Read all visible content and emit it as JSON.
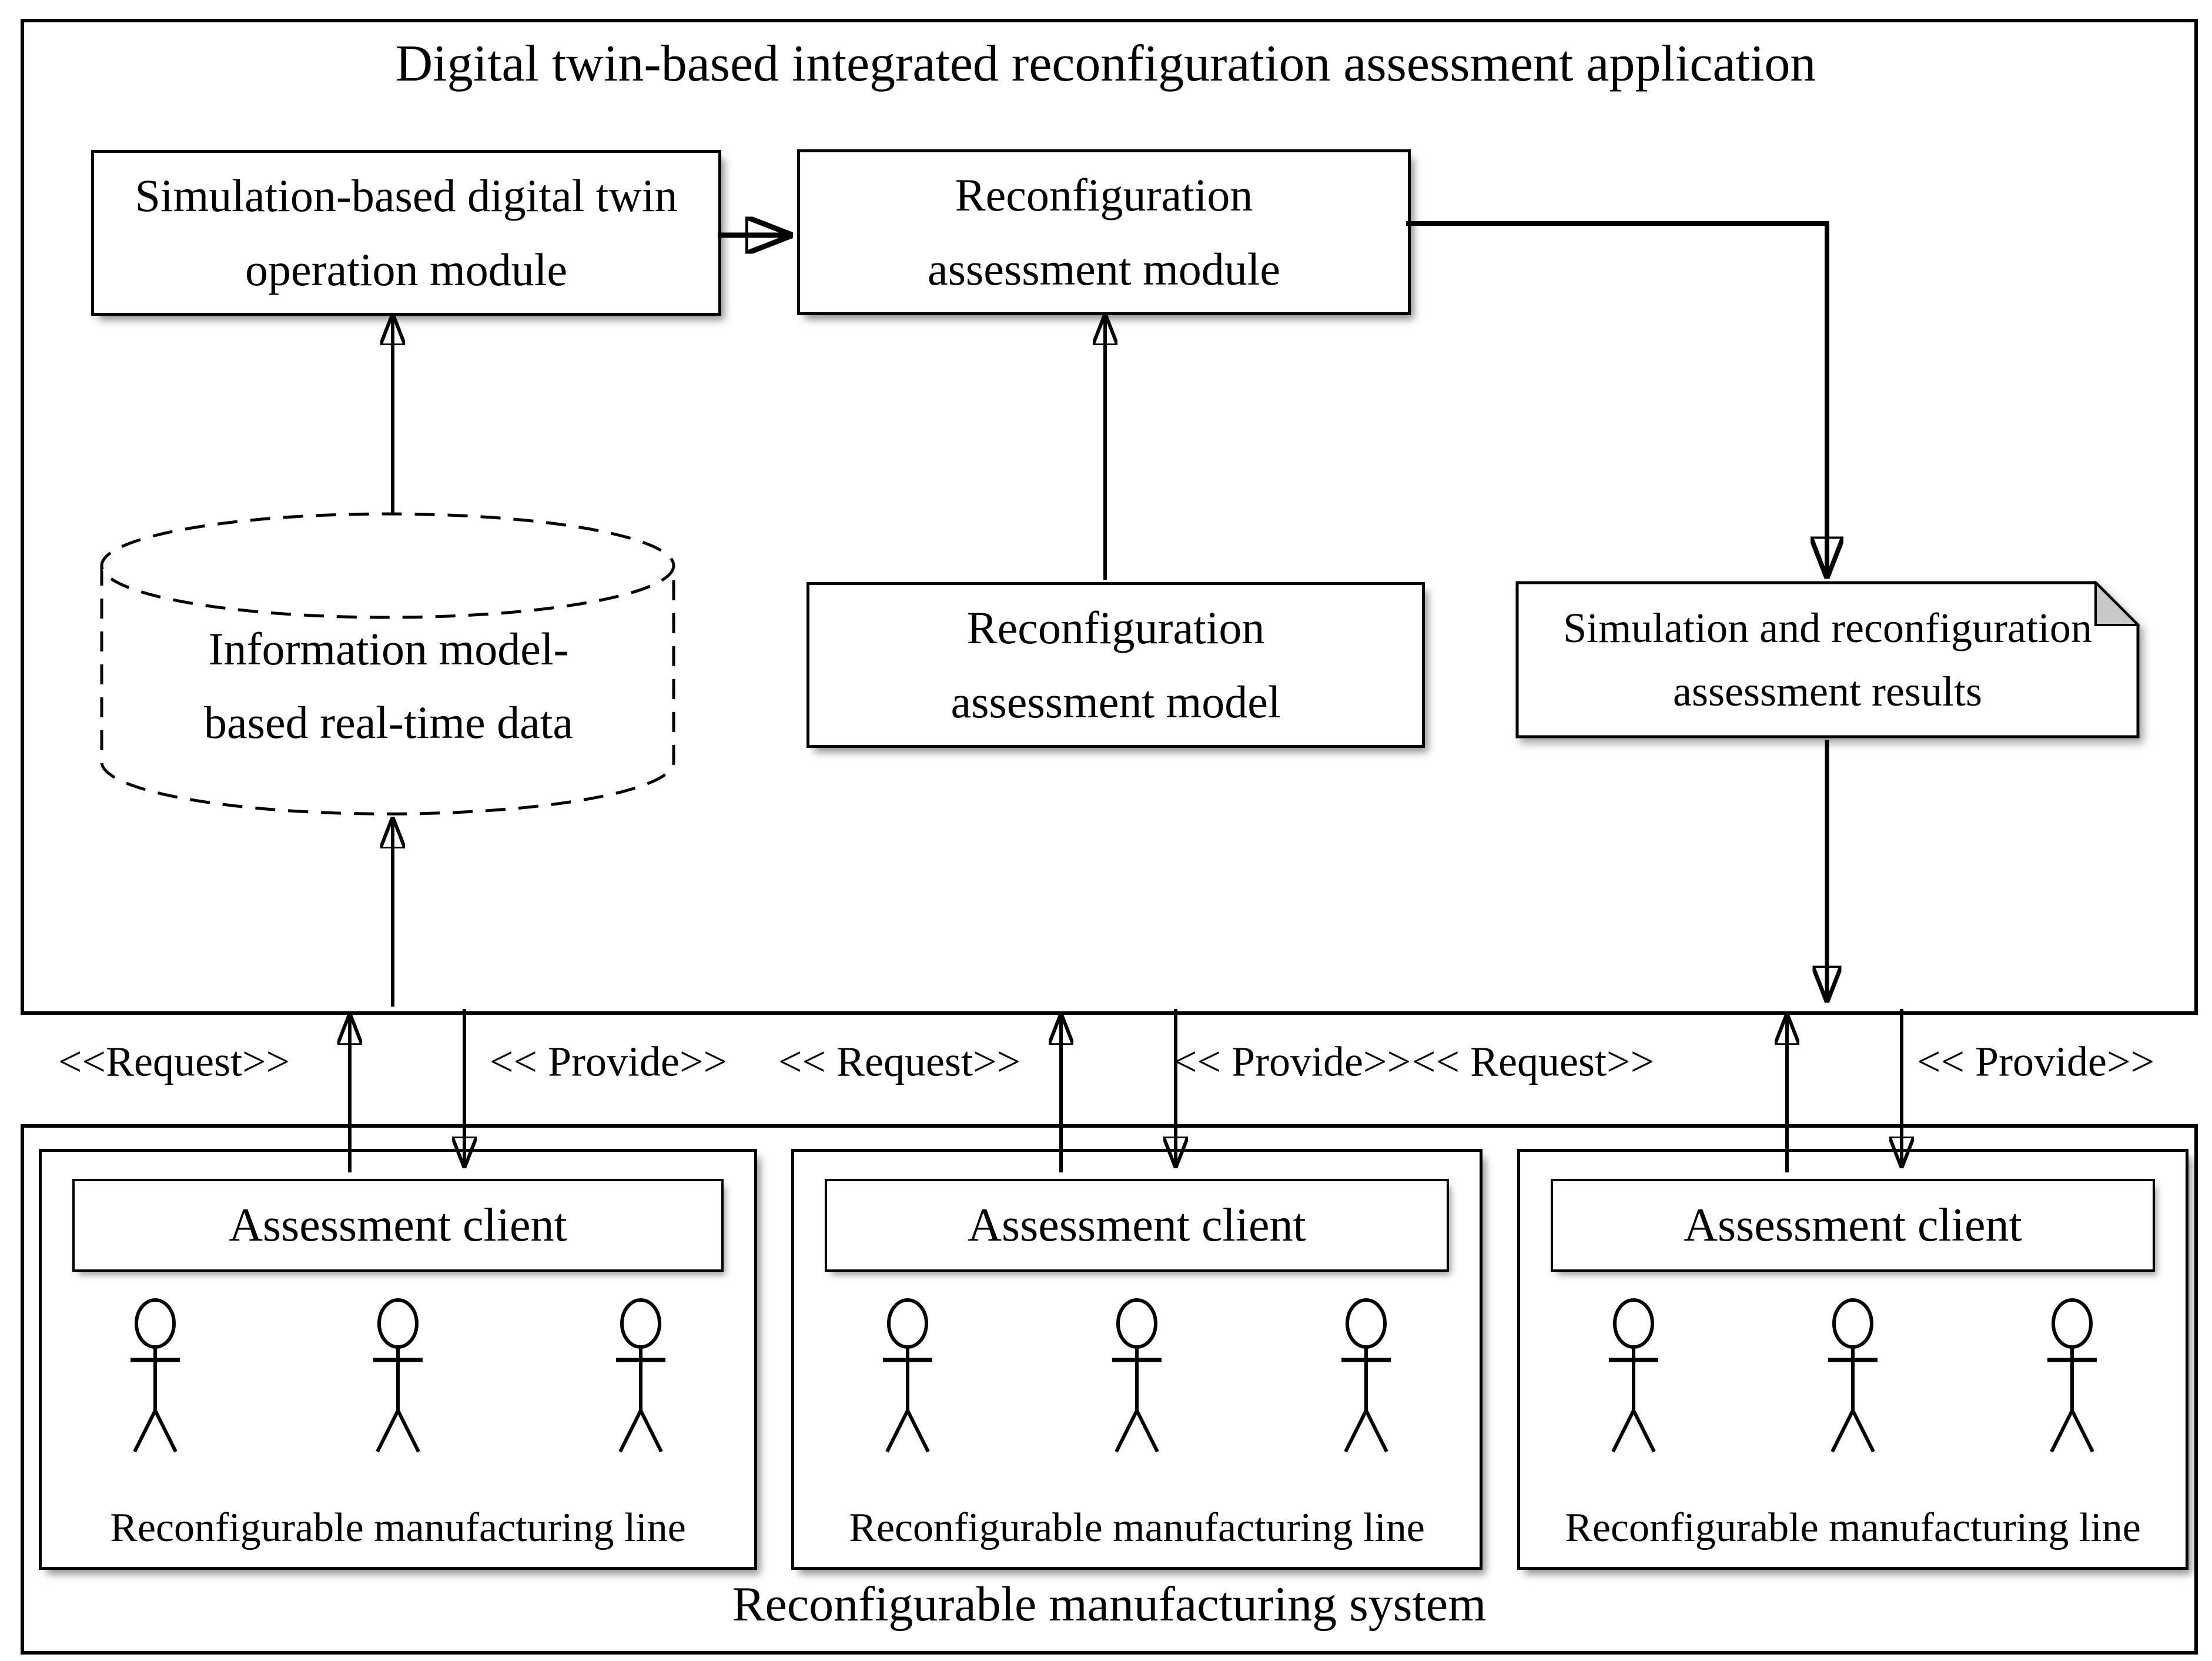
{
  "application": {
    "title": "Digital twin-based integrated reconfiguration assessment application",
    "sim_module_label": "Simulation-based digital twin operation module",
    "assessment_module_label": "Reconfiguration assessment module",
    "datastore_label": "Information model-based real-time data",
    "assessment_model_label": "Reconfiguration assessment model",
    "results_note_label": "Simulation and reconfiguration assessment results"
  },
  "flow_labels": {
    "request_1": "<<Request>>",
    "provide_1": "<< Provide>>",
    "request_2": "<< Request>>",
    "provide_2": "<< Provide>>",
    "request_3": "<< Request>>",
    "provide_3": "<< Provide>>"
  },
  "system": {
    "title": "Reconfigurable manufacturing system",
    "clients": [
      {
        "title": "Assessment client",
        "caption": "Reconfigurable manufacturing line",
        "actor_count": 3
      },
      {
        "title": "Assessment client",
        "caption": "Reconfigurable manufacturing line",
        "actor_count": 3
      },
      {
        "title": "Assessment client",
        "caption": "Reconfigurable manufacturing line",
        "actor_count": 3
      }
    ]
  },
  "colors": {
    "ink": "#000000",
    "paper": "#ffffff",
    "note_fold": "#c8c8c8"
  }
}
